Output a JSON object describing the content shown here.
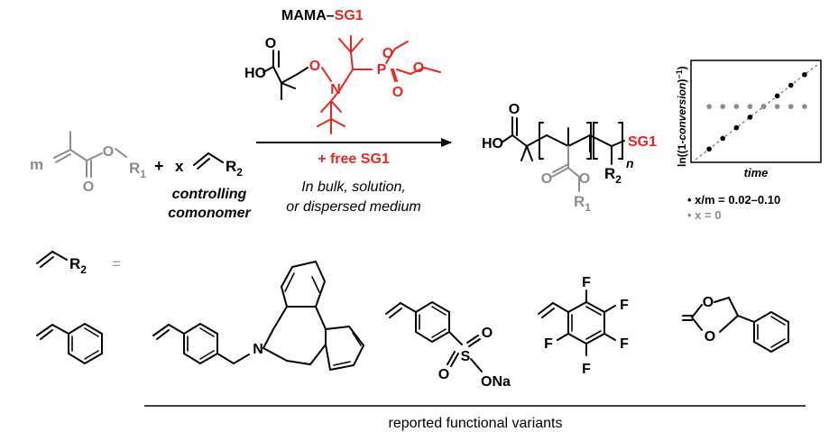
{
  "colors": {
    "black": "#000000",
    "gray": "#8c8c8c",
    "red": "#e8261f"
  },
  "initiator": {
    "prefix": "MAMA–",
    "suffix": "SG1"
  },
  "reactants": {
    "m": "m",
    "plus": "+",
    "x": "x",
    "r1": "R",
    "r1_sub": "1",
    "r2": "R",
    "r2_sub": "2",
    "controlling_line1": "controlling",
    "controlling_line2": "comonomer"
  },
  "atoms": {
    "ho": "HO",
    "o": "O",
    "n": "N",
    "p": "P",
    "f": "F",
    "na": "ONa",
    "s": "S"
  },
  "conditions": {
    "free_sg1": "+ free SG1",
    "line1": "In bulk, solution,",
    "line2": "or dispersed medium"
  },
  "product": {
    "ho": "HO",
    "end": "SG1",
    "n": "n",
    "r1": "R",
    "r1_sub": "1",
    "r2": "R",
    "r2_sub": "2"
  },
  "chart_data": {
    "type": "scatter",
    "ylabel_pre": "ln((1-",
    "ylabel_it": "conversion",
    "ylabel_post": ")",
    "ylabel_sup": "−1",
    "ylabel_close": ")",
    "xlabel": "time",
    "series": [
      {
        "name": "x/m = 0.02–0.10",
        "color": "#000000",
        "x": [
          1,
          2,
          3,
          4,
          5,
          6,
          7,
          8
        ],
        "y": [
          1,
          2,
          3,
          4,
          5,
          6,
          7,
          8
        ]
      },
      {
        "name": "x = 0",
        "color": "#8c8c8c",
        "x": [
          1,
          2,
          3,
          4,
          5,
          6,
          7,
          8
        ],
        "y": [
          5,
          5,
          5,
          5,
          5,
          5,
          5,
          5
        ]
      }
    ],
    "legend": [
      "• x/m = 0.02–0.10",
      "• x = 0"
    ]
  },
  "bottom": {
    "eq": "=",
    "caption": "reported functional variants"
  }
}
